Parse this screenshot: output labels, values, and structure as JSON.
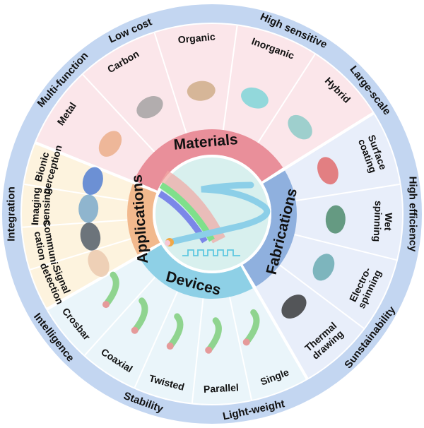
{
  "colors": {
    "outer_ring": "#c3d6f1",
    "materials_bg": "#fbe6ea",
    "materials_ring": "#e98f9a",
    "fabrications_bg": "#e8eefa",
    "fabrications_ring": "#8fb0de",
    "devices_bg": "#eaf5fa",
    "devices_ring": "#8ed0e6",
    "applications_bg": "#fdf3de",
    "applications_ring": "#f2b98d",
    "center_bg": "#d8f0ee"
  },
  "outer_ring": [
    {
      "label": "Low cost"
    },
    {
      "label": "High sensitive"
    },
    {
      "label": "Large-scale"
    },
    {
      "label": "High efficiency"
    },
    {
      "label": "Sunstainability"
    },
    {
      "label": "Light-weight"
    },
    {
      "label": "Stability"
    },
    {
      "label": "Intelligence"
    },
    {
      "label": "Integration"
    },
    {
      "label": "Multi-function"
    }
  ],
  "categories": {
    "materials": {
      "label": "Materials",
      "items": [
        {
          "label": "Metal"
        },
        {
          "label": "Carbon"
        },
        {
          "label": "Organic"
        },
        {
          "label": "Inorganic"
        },
        {
          "label": "Hybrid"
        }
      ]
    },
    "fabrications": {
      "label": "Fabrications",
      "items": [
        {
          "lines": [
            "Surface",
            "coating"
          ]
        },
        {
          "lines": [
            "Wet",
            "spinning"
          ]
        },
        {
          "lines": [
            "Electro-",
            "spinning"
          ]
        },
        {
          "lines": [
            "Thermal",
            "drawing"
          ]
        }
      ]
    },
    "devices": {
      "label": "Devices",
      "items": [
        {
          "label": "Single"
        },
        {
          "label": "Parallel"
        },
        {
          "label": "Twisted"
        },
        {
          "label": "Coaxial"
        },
        {
          "label": "Crosbar"
        }
      ]
    },
    "applications": {
      "label": "Applications",
      "items": [
        {
          "lines": [
            "Signal",
            "detection"
          ]
        },
        {
          "lines": [
            "Communi-",
            "cation"
          ]
        },
        {
          "lines": [
            "Imaging",
            "sensing"
          ]
        },
        {
          "lines": [
            "Bionic",
            "perception"
          ]
        }
      ]
    }
  }
}
